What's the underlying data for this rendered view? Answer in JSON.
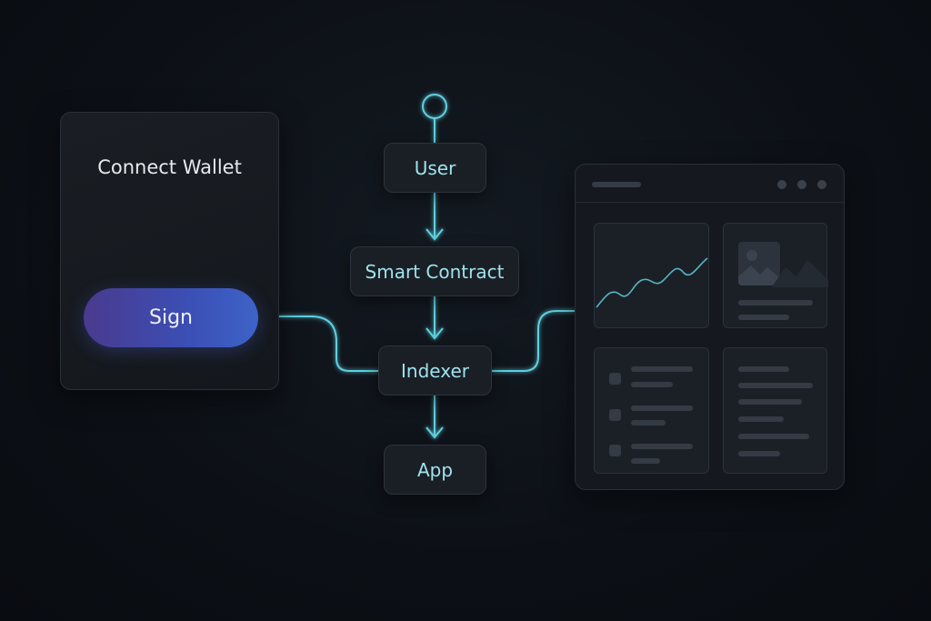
{
  "wallet": {
    "title": "Connect Wallet",
    "sign_label": "Sign",
    "button_gradient": [
      "#4a3a8e",
      "#3d63c8"
    ]
  },
  "flow": {
    "nodes": {
      "user": "User",
      "smart_contract": "Smart Contract",
      "indexer": "Indexer",
      "app": "App"
    },
    "edges": [
      {
        "from": "start",
        "to": "user"
      },
      {
        "from": "user",
        "to": "smart_contract"
      },
      {
        "from": "smart_contract",
        "to": "indexer"
      },
      {
        "from": "indexer",
        "to": "app"
      },
      {
        "from": "wallet",
        "to": "indexer"
      },
      {
        "from": "indexer",
        "to": "dashboard"
      }
    ],
    "accent_color": "#5fd0e0",
    "text_color": "#9fe3ee"
  },
  "dashboard": {
    "window_controls": [
      "dot",
      "dot",
      "dot"
    ],
    "panels": [
      "line-chart",
      "image-placeholder",
      "list-placeholder",
      "text-placeholder"
    ]
  },
  "icons": {
    "start": "circle-start-icon",
    "arrow": "arrow-down-icon",
    "image": "image-icon"
  }
}
